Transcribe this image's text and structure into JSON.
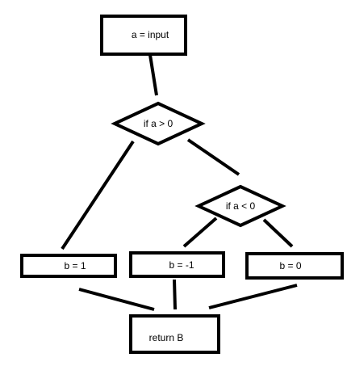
{
  "colors": {
    "background": "#ffffff",
    "stroke": "#000000",
    "text": "#000000"
  },
  "nodes": {
    "input": {
      "label": "a = input"
    },
    "decision_a_gt_0": {
      "label": "if a > 0"
    },
    "decision_a_lt_0": {
      "label": "if a < 0"
    },
    "assign_b_1": {
      "label": "b = 1"
    },
    "assign_b_neg1": {
      "label": "b = -1"
    },
    "assign_b_0": {
      "label": "b = 0"
    },
    "return": {
      "label": "return B"
    }
  }
}
